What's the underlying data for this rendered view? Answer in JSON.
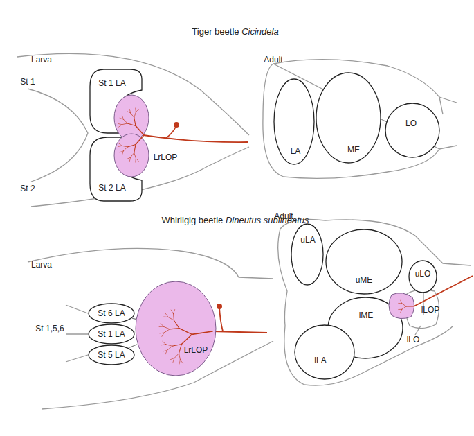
{
  "diagram": {
    "nodes": [
      {
        "text": [
          "St 1 LA"
        ]
      },
      {
        "text": [
          "St 2 LA"
        ]
      },
      {
        "text": [
          "LrLOP"
        ]
      },
      {
        "text": [
          "LA"
        ]
      },
      {
        "text": [
          "ME"
        ]
      },
      {
        "text": [
          "LO"
        ]
      },
      {
        "text": [
          "St 6 LA"
        ]
      },
      {
        "text": [
          "St 1 LA"
        ]
      },
      {
        "text": [
          "St 5 LA"
        ]
      },
      {
        "text": [
          "LrLOP"
        ]
      },
      {
        "text": [
          "uLA"
        ]
      },
      {
        "text": [
          "uME"
        ]
      },
      {
        "text": [
          "uLO"
        ]
      },
      {
        "text": [
          "lME"
        ]
      },
      {
        "text": [
          "lLA"
        ]
      },
      {
        "text": [
          "lLOP"
        ]
      }
    ],
    "edges": [
      {
        "from": 6,
        "to": 9,
        "arrow": "none"
      },
      {
        "from": 7,
        "to": 9,
        "arrow": "none"
      },
      {
        "from": 8,
        "to": 9,
        "arrow": "none"
      }
    ],
    "labels": [
      "Tiger beetle Cicindela",
      "Larva",
      "St 1",
      "St 2",
      "Adult",
      "Whirligig beetle Dineutus sublineatus",
      "Larva",
      "St 1,5,6",
      "Adult",
      "lLO"
    ]
  }
}
